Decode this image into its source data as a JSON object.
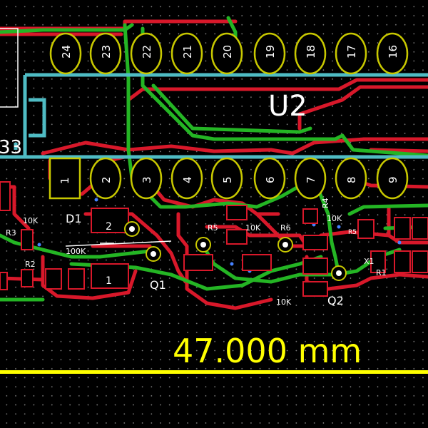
{
  "colors": {
    "background": "#000000",
    "front_copper": "#d8182a",
    "back_copper": "#24b524",
    "silkscreen": "#4fbcc4",
    "dimension": "#ffff00",
    "pad_yellow": "#c8c800"
  },
  "u2": {
    "ref": "U2",
    "top_pins": [
      "24",
      "23",
      "22",
      "21",
      "20",
      "19",
      "18",
      "17",
      "16"
    ],
    "bottom_pins": [
      "1",
      "2",
      "3",
      "4",
      "5",
      "6",
      "7",
      "8",
      "9"
    ]
  },
  "left_label": "33",
  "d1": {
    "ref": "D1",
    "pad1": "1",
    "pad2": "2"
  },
  "resistors": {
    "r1": "R1",
    "r2": "R2",
    "r3": "R3",
    "r4": "R4",
    "r5": "R5",
    "r6": "R6",
    "r_small": "R5"
  },
  "values": {
    "v_10k_left": "10K",
    "v_100k": "100K",
    "v_10k_r5": "10K",
    "v_10k_r4": "10K",
    "v_10k_q2": "10K"
  },
  "transistors": {
    "q1": "Q1",
    "q2": "Q2",
    "x1": "X1"
  },
  "dimension": {
    "text": "47.000 mm"
  }
}
